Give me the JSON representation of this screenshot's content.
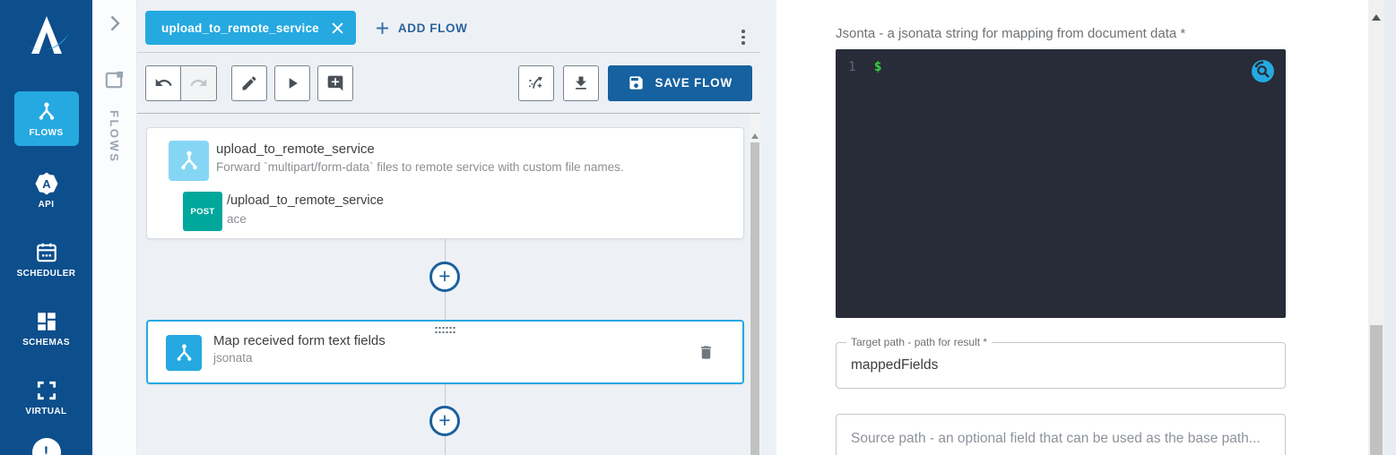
{
  "colors": {
    "sidebar_blue": "#0d4e8c",
    "accent_light_blue": "#25a9e0",
    "save_button_blue": "#16619f",
    "post_badge_teal": "#00a79b",
    "editor_background": "#272c38",
    "editor_code_green": "#35d23a",
    "step1_icon_blue": "#85d6f4"
  },
  "icons": [
    "logo",
    "flow-icon",
    "api-icon",
    "calendar-icon",
    "schemas-icon",
    "virtual-icon",
    "alert-icon",
    "collapse-chevron-icon",
    "flows-panel-icon",
    "close-icon",
    "plus-icon",
    "kebab-menu-icon",
    "undo-icon",
    "redo-icon",
    "edit-icon",
    "play-icon",
    "add-comment-icon",
    "auto-arrange-icon",
    "download-icon",
    "save-icon",
    "trash-icon",
    "drag-handle-dots",
    "add-step-icon",
    "editor-search-icon"
  ],
  "sidebar": {
    "items": [
      {
        "id": "flows",
        "label": "FLOWS",
        "active": true
      },
      {
        "id": "api",
        "label": "API",
        "active": false
      },
      {
        "id": "scheduler",
        "label": "SCHEDULER",
        "active": false
      },
      {
        "id": "schemas",
        "label": "SCHEMAS",
        "active": false
      },
      {
        "id": "virtual",
        "label": "VIRTUAL",
        "active": false
      }
    ]
  },
  "rail": {
    "panel_label": "FLOWS"
  },
  "tabbar": {
    "active_tab": "upload_to_remote_service",
    "add_flow_label": "ADD FLOW"
  },
  "toolbar": {
    "save_label": "SAVE FLOW"
  },
  "canvas": {
    "steps": [
      {
        "title": "upload_to_remote_service",
        "description": "Forward `multipart/form-data` files to remote service with custom file names.",
        "method": "POST",
        "path": "/upload_to_remote_service",
        "engine": "ace"
      },
      {
        "title": "Map received form text fields",
        "type": "jsonata",
        "selected": true
      }
    ]
  },
  "inspector": {
    "jsonata_label": "Jsonta - a jsonata string for mapping from document data *",
    "editor": {
      "line_number": "1",
      "code": "$"
    },
    "target_path": {
      "label": "Target path - path for result *",
      "value": "mappedFields"
    },
    "source_path": {
      "placeholder": "Source path - an optional field that can be used as the base path..."
    }
  }
}
